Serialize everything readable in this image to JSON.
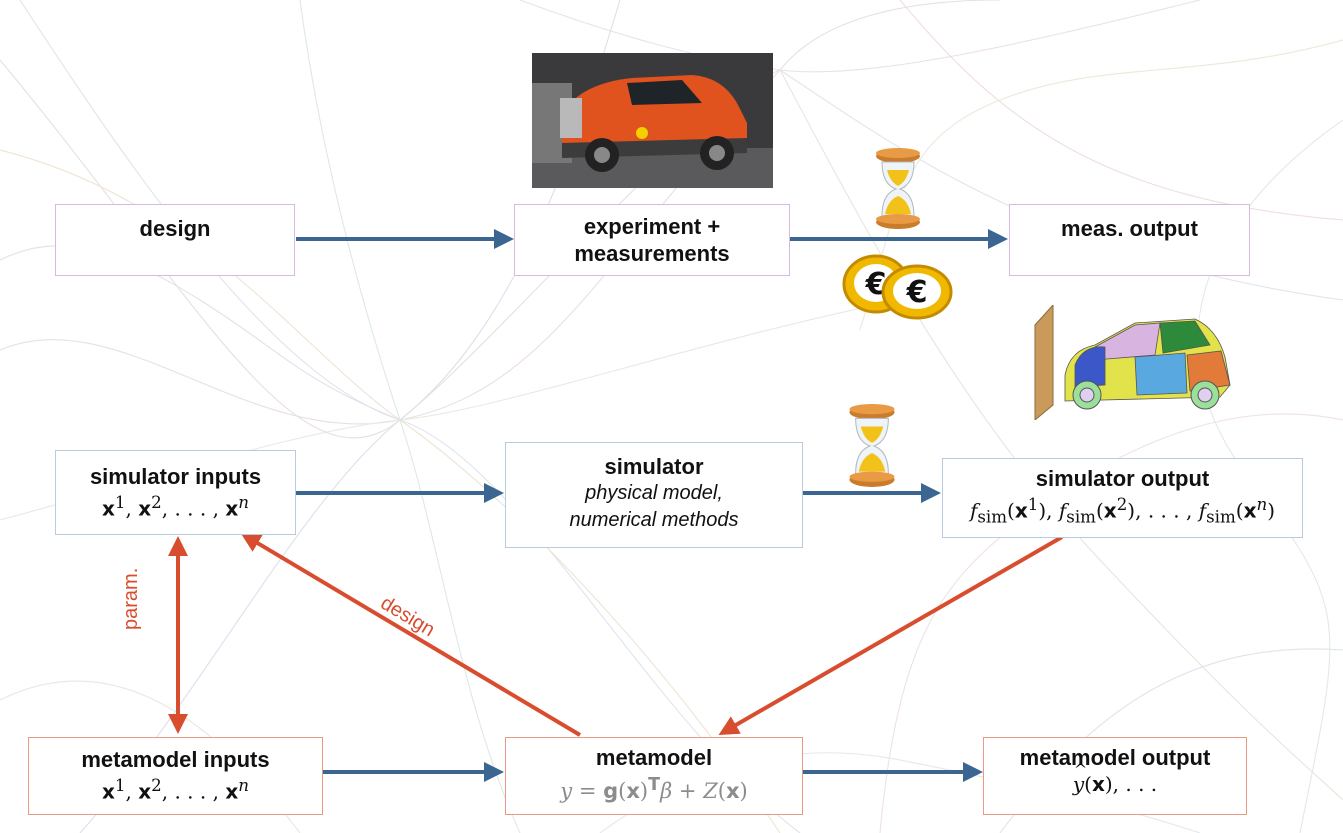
{
  "boxes": {
    "design": {
      "title": "design"
    },
    "experiment": {
      "title_line1": "experiment +",
      "title_line2": "measurements"
    },
    "meas_output": {
      "title": "meas. output"
    },
    "sim_inputs": {
      "title": "simulator inputs",
      "vars": [
        "x",
        "x",
        "x"
      ],
      "sups": [
        "1",
        "2",
        "n"
      ],
      "sep": ",",
      "dots": ". . . ,"
    },
    "simulator": {
      "title": "simulator",
      "line1": "physical model,",
      "line2": "numerical methods"
    },
    "sim_output": {
      "title": "simulator output",
      "func": "f",
      "func_sub": "sim",
      "vars": [
        "x",
        "x",
        "x"
      ],
      "sups": [
        "1",
        "2",
        "n"
      ],
      "dots": ". . . ,"
    },
    "meta_inputs": {
      "title": "metamodel inputs",
      "vars": [
        "x",
        "x",
        "x"
      ],
      "sups": [
        "1",
        "2",
        "n"
      ],
      "dots": ". . . ,"
    },
    "metamodel": {
      "title": "metamodel",
      "y": "y",
      "eq": "=",
      "g": "g",
      "x": "x",
      "T": "T",
      "beta": "β",
      "plus": "+",
      "Z": "Z"
    },
    "meta_output": {
      "title": "metamodel output",
      "yhat": "y",
      "hat": "^",
      "x": "x",
      "rest": ", . . ."
    }
  },
  "labels": {
    "param": "param.",
    "design": "design"
  },
  "colors": {
    "blue_arrow": "#3b6692",
    "red_arrow": "#d94d2f",
    "grey_text": "#8c8c8c"
  },
  "icons": [
    "crash-test-photo",
    "hourglass-icon",
    "euro-coins-icon",
    "fe-car-mesh-image"
  ]
}
